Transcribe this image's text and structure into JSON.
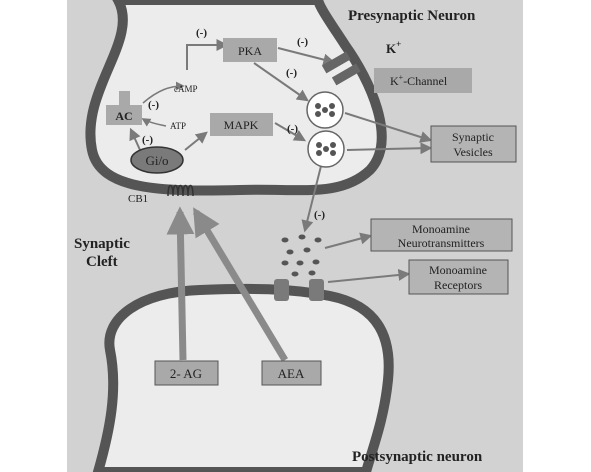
{
  "titles": {
    "presynaptic": "Presynaptic Neuron",
    "postsynaptic": "Postsynaptic neuron",
    "cleft_line1": "Synaptic",
    "cleft_line2": "Cleft"
  },
  "nodes": {
    "pka": "PKA",
    "mapk": "MAPK",
    "ac": "AC",
    "gio": "Gi/o",
    "camp": "cAMP",
    "atp": "ATP",
    "cb1": "CB1",
    "k_ion": "K",
    "k_ion_sup": "+",
    "k_channel_prefix": "K",
    "k_channel_sup": "+",
    "k_channel_suffix": "-Channel",
    "two_ag": "2- AG",
    "aea": "AEA"
  },
  "callouts": {
    "vesicles_line1": "Synaptic",
    "vesicles_line2": "Vesicles",
    "neurotransmitters_line1": "Monoamine",
    "neurotransmitters_line2": "Neurotransmitters",
    "receptors_line1": "Monoamine",
    "receptors_line2": "Receptors"
  },
  "inhibition": {
    "camp_to_pka": "(-)",
    "pka_to_channel": "(-)",
    "pka_to_vesicle": "(-)",
    "ac_camp": "(-)",
    "gio_to_ac": "(-)",
    "mapk_to_vesicle": "(-)",
    "release": "(-)"
  },
  "colors": {
    "background": "#d2d2d2",
    "neuron_fill": "#ececec",
    "membrane": "#555555",
    "box_fill": "#a9a9a9",
    "arrow": "#7a7a7a",
    "dot": "#555555"
  }
}
